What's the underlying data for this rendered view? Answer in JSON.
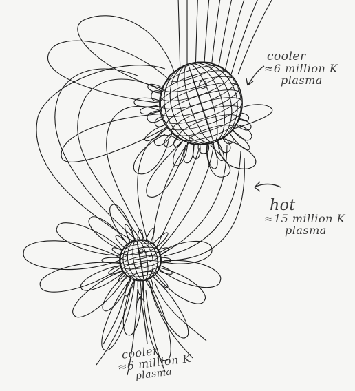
{
  "annotations": {
    "top_sphere": {
      "line1": "cooler",
      "line2": "≈6 million K",
      "line3": "plasma"
    },
    "middle_loops": {
      "line1": "hot",
      "line2": "≈15 million K",
      "line3": "plasma"
    },
    "bottom_sphere": {
      "line1": "cooler",
      "line2": "≈6 million K",
      "line3": "plasma"
    }
  },
  "colors": {
    "ink": "#1c1c1c",
    "paper": "#f6f6f4",
    "handwriting": "#3a3a3a"
  }
}
